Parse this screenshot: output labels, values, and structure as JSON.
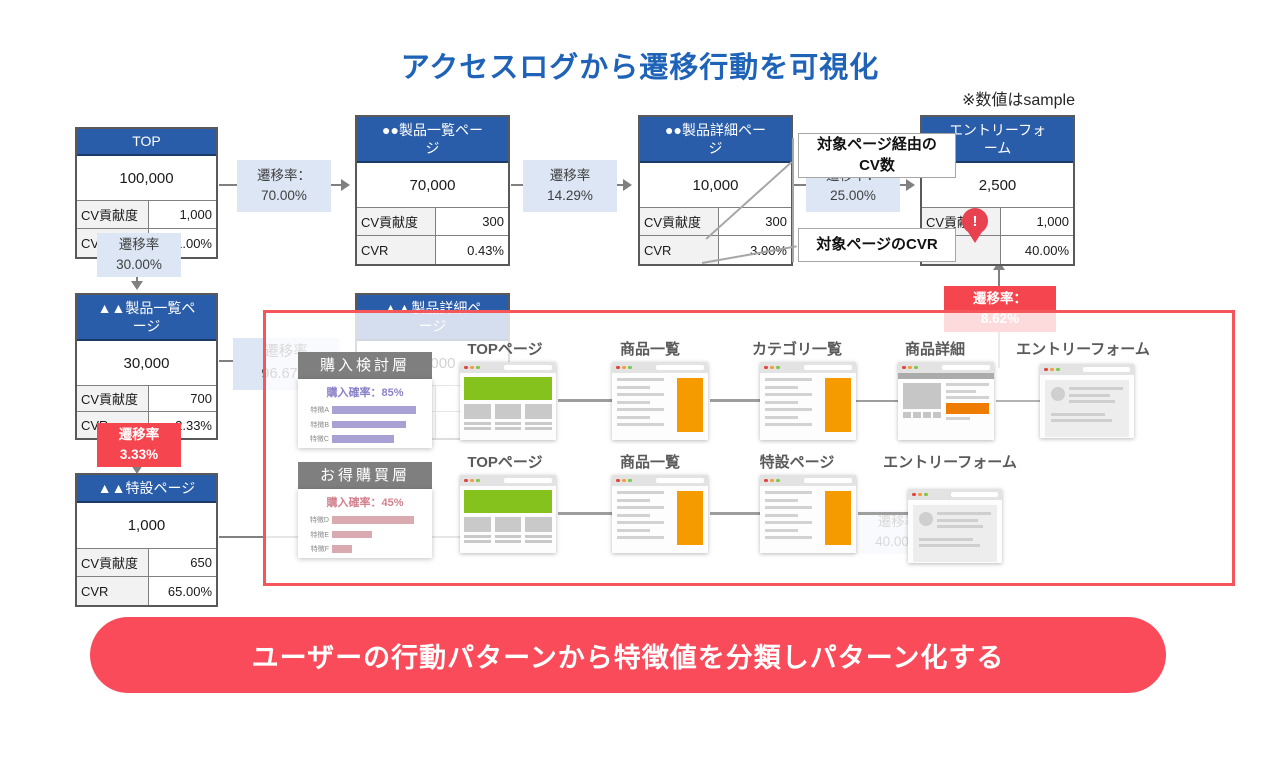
{
  "title": "アクセスログから遷移行動を可視化",
  "note": "※数値はsample",
  "colors": {
    "title_blue": "#1e63b8",
    "table_header_blue": "#2a5da9",
    "transition_label_blue": "#dce6f4",
    "alert_red": "#f5464f",
    "overlay_border_red": "#f5565a",
    "banner_red": "#fa4b5a",
    "cluster_header_gray": "#7f7f7f",
    "purple_bar": "#a8a2d4",
    "pink_bar": "#d9abb1",
    "green_banner": "#85c21e",
    "orange_block": "#f59b00"
  },
  "flow": {
    "top": {
      "title": "TOP",
      "visits": "100,000",
      "cv_label": "CV貢献度",
      "cv": "1,000",
      "cvr_label": "CVR",
      "cvr": "1.00%"
    },
    "list1": {
      "title": "●●製品一覧ページ",
      "visits": "70,000",
      "cv_label": "CV貢献度",
      "cv": "300",
      "cvr_label": "CVR",
      "cvr": "0.43%"
    },
    "detail1": {
      "title": "●●製品詳細ページ",
      "visits": "10,000",
      "cv_label": "CV貢献度",
      "cv": "300",
      "cvr_label": "CVR",
      "cvr": "3.00%"
    },
    "entry": {
      "title": "エントリーフォーム",
      "visits": "2,500",
      "cv_label": "CV貢献度",
      "cv": "1,000",
      "cvr_label": "",
      "cvr": "40.00%"
    },
    "list2": {
      "title": "▲▲製品一覧ページ",
      "visits": "30,000",
      "cv_label": "CV貢献度",
      "cv": "700",
      "cvr_label": "CVR",
      "cvr": "2.33%"
    },
    "special": {
      "title": "▲▲特設ページ",
      "visits": "1,000",
      "cv_label": "CV貢献度",
      "cv": "650",
      "cvr_label": "CVR",
      "cvr": "65.00%"
    },
    "detail2": {
      "title": "▲▲製品詳細ページ",
      "visits": "29,000",
      "cv_label": "CV貢献度",
      "cv": "",
      "cvr_label": "CVR",
      "cvr": ""
    }
  },
  "transitions": {
    "t70": {
      "line1": "遷移率：",
      "line2": "70.00%"
    },
    "t14": {
      "line1": "遷移率",
      "line2": "14.29%"
    },
    "t25": {
      "line1": "遷移率：",
      "line2": "25.00%"
    },
    "t30": {
      "line1": "遷移率",
      "line2": "30.00%"
    },
    "t333": {
      "line1": "遷移率",
      "line2": "3.33%"
    },
    "t967": {
      "line1": "遷移率",
      "line2": "96.67%"
    },
    "t862": {
      "line1": "遷移率：",
      "line2": "8.62%"
    },
    "t40": {
      "line1": "遷移率",
      "line2": "40.00%"
    }
  },
  "callouts": {
    "cv": {
      "line1": "対象ページ経由の",
      "line2": "CV数"
    },
    "cvr": {
      "text": "対象ページのCVR"
    }
  },
  "pin_mark": "!",
  "clusters": [
    {
      "name": "購入検討層",
      "rate": "購入確率：85%",
      "bars": [
        {
          "label": "特徴A",
          "width": 84
        },
        {
          "label": "特徴B",
          "width": 74
        },
        {
          "label": "特徴C",
          "width": 62
        }
      ]
    },
    {
      "name": "お得購買層",
      "rate": "購入確率：45%",
      "bars": [
        {
          "label": "特徴D",
          "width": 82
        },
        {
          "label": "特徴E",
          "width": 40
        },
        {
          "label": "特徴F",
          "width": 20
        }
      ]
    }
  ],
  "journeys": [
    {
      "steps": [
        {
          "label": "TOPページ"
        },
        {
          "label": "商品一覧"
        },
        {
          "label": "カテゴリ一覧"
        },
        {
          "label": "商品詳細"
        },
        {
          "label": "エントリーフォーム"
        }
      ]
    },
    {
      "steps": [
        {
          "label": "TOPページ"
        },
        {
          "label": "商品一覧"
        },
        {
          "label": "特設ページ"
        },
        {
          "label": "エントリーフォーム"
        }
      ]
    }
  ],
  "banner": "ユーザーの行動パターンから特徴値を分類しパターン化する"
}
